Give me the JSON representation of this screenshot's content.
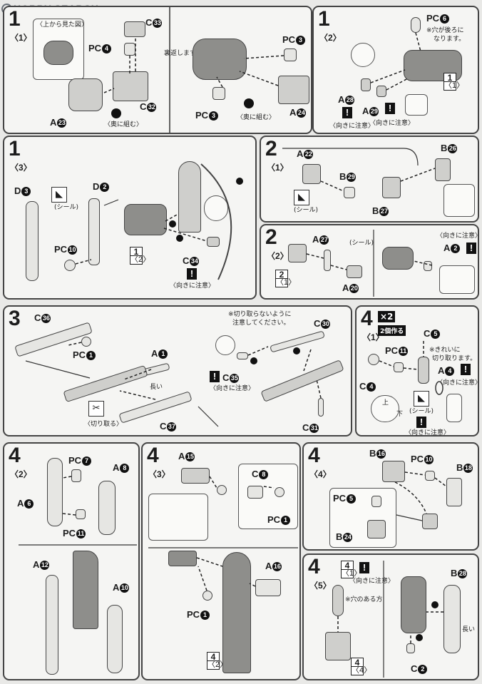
{
  "header": {
    "brand": "HOBBY SEARCH"
  },
  "p1a": {
    "step": "1",
    "sub": "〈1〉",
    "inset_title": "〈上から見た図〉",
    "note_press": "〈奥に組む〉",
    "note_back": "裏返します",
    "note_press2": "〈奥に組む〉",
    "labels": {
      "c33": "C",
      "pc4": "PC",
      "c32": "C",
      "a23": "A",
      "pc3a": "PC",
      "pc3b": "PC",
      "a24": "A"
    },
    "nums": {
      "c33": "33",
      "pc4": "4",
      "c32": "32",
      "a23": "23",
      "pc3a": "3",
      "pc3b": "3",
      "a24": "24"
    }
  },
  "p1b": {
    "step": "1",
    "sub": "〈2〉",
    "note_hole": "※穴が後ろに",
    "note_hole2": "なります。",
    "note_dir": "〈向きに注意〉",
    "labels": {
      "pc6": "PC",
      "a28": "A",
      "a29": "A"
    },
    "nums": {
      "pc6": "6",
      "a28": "28",
      "a29": "29"
    },
    "ref": {
      "top": "1",
      "bottom": "〈1〉"
    }
  },
  "p1c": {
    "step": "1",
    "sub": "〈3〉",
    "seal": "(シール)",
    "note_dir": "〈向きに注意〉",
    "labels": {
      "d3": "D",
      "d2": "D",
      "pc10": "PC",
      "c34": "C"
    },
    "nums": {
      "d3": "3",
      "d2": "2",
      "pc10": "10",
      "c34": "34"
    },
    "ref": {
      "top": "1",
      "bottom": "〈2〉"
    }
  },
  "p2a": {
    "step": "2",
    "sub": "〈1〉",
    "seal": "(シール)",
    "labels": {
      "a22": "A",
      "b29": "B",
      "b26": "B",
      "b27": "B"
    },
    "nums": {
      "a22": "22",
      "b29": "29",
      "b26": "26",
      "b27": "27"
    }
  },
  "p2b": {
    "step": "2",
    "sub": "〈2〉",
    "seal": "(シール)",
    "note_dir": "〈向きに注意〉",
    "labels": {
      "a27": "A",
      "a2": "A",
      "a20": "A"
    },
    "nums": {
      "a27": "27",
      "a2": "2",
      "a20": "20"
    },
    "ref": {
      "top": "2",
      "bottom": "〈1〉"
    }
  },
  "p3": {
    "step": "3",
    "note_cut": "※切り取らないように",
    "note_cut2": "注意してください。",
    "note_long": "長い",
    "note_remove": "〈切り取る〉",
    "note_dir": "〈向きに注意〉",
    "labels": {
      "c36": "C",
      "pc1": "PC",
      "a1": "A",
      "c37": "C",
      "c30": "C",
      "c35": "C",
      "c31": "C"
    },
    "nums": {
      "c36": "36",
      "pc1": "1",
      "a1": "1",
      "c37": "37",
      "c30": "30",
      "c35": "35",
      "c31": "31"
    }
  },
  "p4a": {
    "step": "4",
    "sub": "〈1〉",
    "badge": "×2",
    "badge2": "2個作る",
    "note_clean": "※きれいに",
    "note_clean2": "切り取ります。",
    "seal": "(シール)",
    "note_dir": "〈向きに注意〉",
    "note_up": "上",
    "note_down": "下",
    "labels": {
      "c5": "C",
      "pc11": "PC",
      "a4": "A",
      "c4": "C"
    },
    "nums": {
      "c5": "5",
      "pc11": "11",
      "a4": "4",
      "c4": "4"
    }
  },
  "p4b": {
    "step": "4",
    "sub": "〈2〉",
    "labels": {
      "pc7": "PC",
      "a8": "A",
      "a6": "A",
      "pc11": "PC",
      "a12": "A",
      "a10": "A"
    },
    "nums": {
      "pc7": "7",
      "a8": "8",
      "a6": "6",
      "pc11": "11",
      "a12": "12",
      "a10": "10"
    }
  },
  "p4c": {
    "step": "4",
    "sub": "〈3〉",
    "labels": {
      "a15": "A",
      "c8": "C",
      "pc1a": "PC",
      "a16": "A",
      "pc1b": "PC"
    },
    "nums": {
      "a15": "15",
      "c8": "8",
      "pc1a": "1",
      "a16": "16",
      "pc1b": "1"
    },
    "ref": {
      "top": "4",
      "bottom": "〈2〉"
    }
  },
  "p4d": {
    "step": "4",
    "sub": "〈4〉",
    "labels": {
      "b16": "B",
      "pc10": "PC",
      "b18": "B",
      "pc5": "PC",
      "b24": "B"
    },
    "nums": {
      "b16": "16",
      "pc10": "10",
      "b18": "18",
      "pc5": "5",
      "b24": "24"
    }
  },
  "p4e": {
    "step": "4",
    "sub": "〈5〉",
    "note_dir": "〈向きに注意〉",
    "note_hole": "※穴のある方",
    "note_long": "長い",
    "labels": {
      "b28": "B",
      "c2": "C"
    },
    "nums": {
      "b28": "28",
      "c2": "2"
    },
    "ref1": {
      "top": "4",
      "bottom": "〈1〉"
    },
    "ref2": {
      "top": "4",
      "bottom": "〈4〉"
    }
  },
  "marks": {
    "warn": "!"
  },
  "colors": {
    "panel": "#f5f5f3",
    "border": "#444444",
    "part": "#cfcfcc",
    "dark": "#8e8e8b"
  }
}
